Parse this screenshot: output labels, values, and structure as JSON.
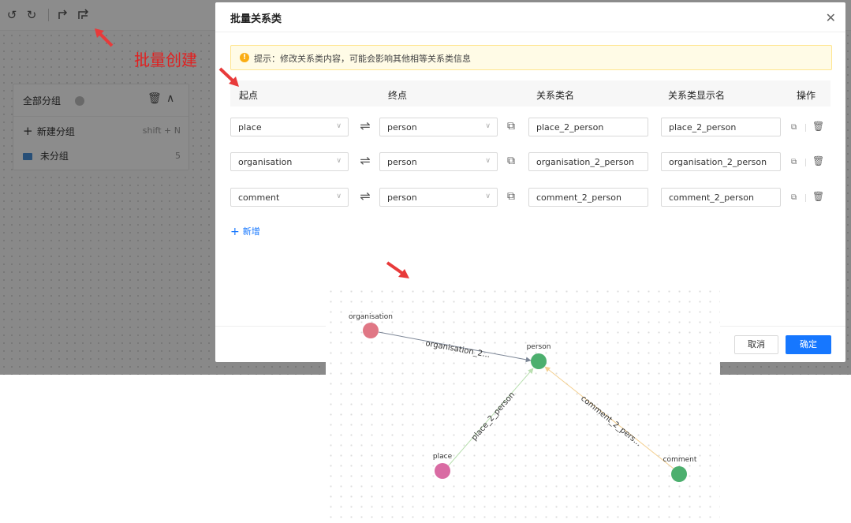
{
  "toolbar": {
    "icons": [
      "undo-icon",
      "redo-icon",
      "edge-icon",
      "batch-edge-icon"
    ]
  },
  "group_panel": {
    "title": "全部分组",
    "new_group_label": "新建分组",
    "new_group_shortcut": "shift + N",
    "ungrouped_label": "未分组",
    "ungrouped_count": "5"
  },
  "annotation": {
    "label": "批量创建",
    "color": "#e02020"
  },
  "modal": {
    "title": "批量关系类",
    "alert": "提示：修改关系类内容，可能会影响其他相等关系类信息",
    "columns": {
      "source": "起点",
      "target": "终点",
      "name": "关系类名",
      "display_name": "关系类显示名",
      "actions": "操作"
    },
    "rows": [
      {
        "source": "place",
        "target": "person",
        "name": "place_2_person",
        "display_name": "place_2_person"
      },
      {
        "source": "organisation",
        "target": "person",
        "name": "organisation_2_person",
        "display_name": "organisation_2_person"
      },
      {
        "source": "comment",
        "target": "person",
        "name": "comment_2_person",
        "display_name": "comment_2_person"
      }
    ],
    "add_label": "新增",
    "cancel_label": "取消",
    "ok_label": "确定",
    "accent_color": "#1677ff"
  },
  "graph": {
    "nodes": [
      {
        "id": "organisation",
        "label": "organisation",
        "color": "#e07785"
      },
      {
        "id": "person",
        "label": "person",
        "color": "#4caf6e"
      },
      {
        "id": "place",
        "label": "place",
        "color": "#d96ba3"
      },
      {
        "id": "comment",
        "label": "comment",
        "color": "#4caf6e"
      }
    ],
    "edges": [
      {
        "from": "organisation",
        "to": "person",
        "label": "organisation_2...",
        "color": "#7b8595"
      },
      {
        "from": "place",
        "to": "person",
        "label": "place_2_person",
        "color": "#b9dfb0"
      },
      {
        "from": "comment",
        "to": "person",
        "label": "comment_2_pers...",
        "color": "#f3cf90"
      }
    ]
  }
}
